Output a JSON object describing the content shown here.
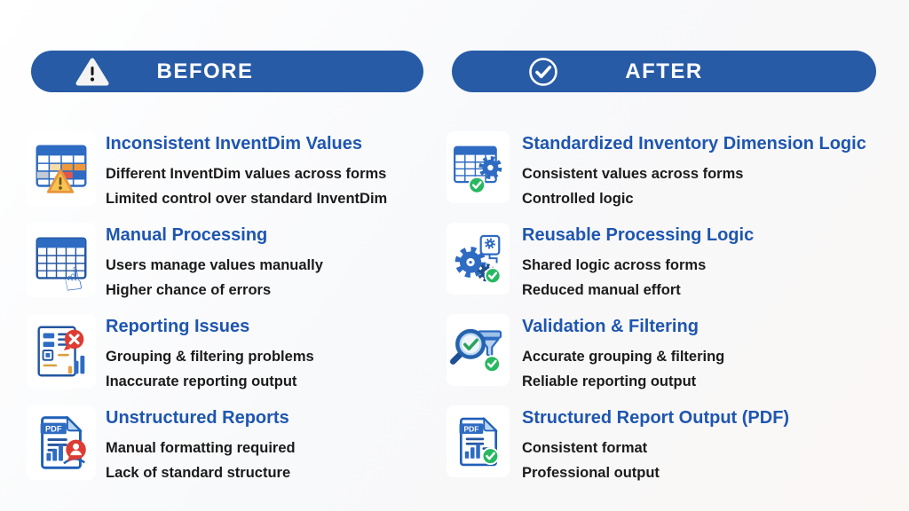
{
  "colors": {
    "pill_blue": "#275BA6",
    "title_blue": "#1E56B0",
    "body_text": "#1B1B1B",
    "icon_blue": "#2E6BC2",
    "success_green": "#28B861",
    "error_red": "#DD3B33",
    "warning_yellow": "#F7C453",
    "warning_orange": "#F0993A"
  },
  "before": {
    "header": "BEFORE",
    "header_icon": "warning-triangle-icon",
    "items": [
      {
        "icon": "table-warning-icon",
        "title": "Inconsistent InventDim Values",
        "line1": "Different InventDim values across forms",
        "line2": "Limited control over standard InventDim"
      },
      {
        "icon": "table-hand-icon",
        "title": "Manual Processing",
        "line1": "Users manage values manually",
        "line2": "Higher chance of errors"
      },
      {
        "icon": "report-error-icon",
        "title": "Reporting Issues",
        "line1": "Grouping & filtering problems",
        "line2": "Inaccurate reporting output"
      },
      {
        "icon": "pdf-error-icon",
        "title": "Unstructured Reports",
        "line1": "Manual formatting required",
        "line2": "Lack of standard structure"
      }
    ]
  },
  "after": {
    "header": "AFTER",
    "header_icon": "check-circle-icon",
    "items": [
      {
        "icon": "table-gear-check-icon",
        "title": "Standardized Inventory Dimension Logic",
        "line1": "Consistent values across forms",
        "line2": "Controlled logic"
      },
      {
        "icon": "gears-check-icon",
        "title": "Reusable Processing Logic",
        "line1": "Shared logic across forms",
        "line2": "Reduced manual effort"
      },
      {
        "icon": "search-filter-check-icon",
        "title": "Validation & Filtering",
        "line1": "Accurate grouping & filtering",
        "line2": "Reliable reporting output"
      },
      {
        "icon": "pdf-check-icon",
        "title": "Structured Report Output (PDF)",
        "line1": "Consistent format",
        "line2": "Professional output"
      }
    ]
  },
  "pdf_label": "PDF"
}
